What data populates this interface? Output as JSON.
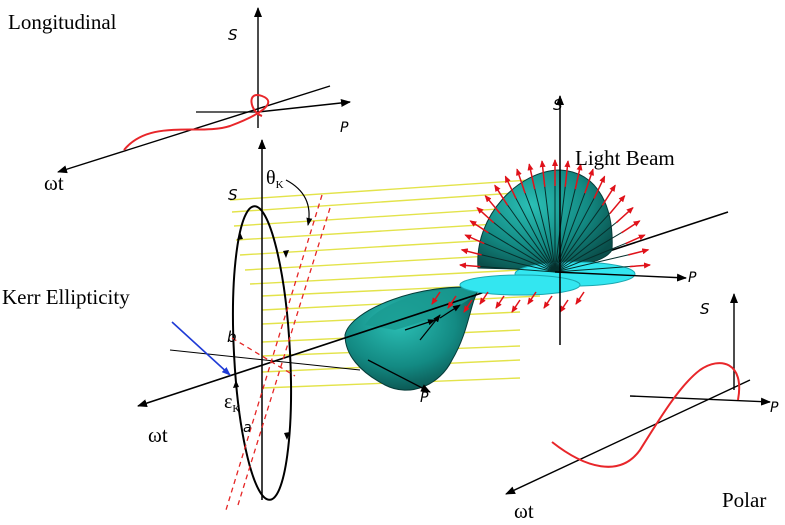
{
  "labels": {
    "longitudinal": "Longitudinal",
    "light_beam": "Light Beam",
    "kerr_ellipticity": "Kerr Ellipticity",
    "polar": "Polar"
  },
  "axis_labels": {
    "s": "S",
    "p": "P",
    "wt": "ωt",
    "theta_k": "θ",
    "theta_sub": "K",
    "epsilon_k": "ε",
    "epsilon_sub": "K",
    "b": "b",
    "a": "a"
  },
  "colors": {
    "axis": "#000000",
    "wave": "#e8262a",
    "arrow_red": "#e0121a",
    "beam": "#e3e34a",
    "lobe_dark": "#0f6b66",
    "lobe_light": "#1fb7ae",
    "disc": "#33e6f0",
    "kerr_arrow": "#1f3bd6",
    "dashed": "#e52626"
  }
}
